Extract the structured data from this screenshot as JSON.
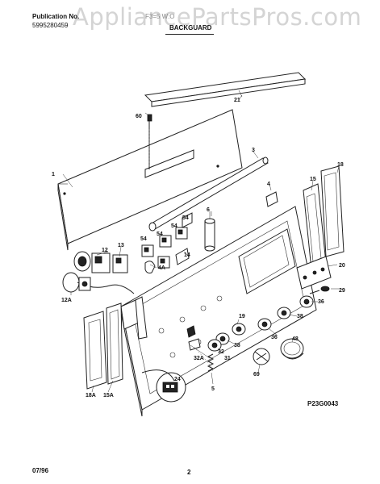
{
  "header": {
    "publication_label": "Publication No.",
    "publication_number": "5995280459",
    "model": "F3=5 W:O",
    "section": "BACKGUARD"
  },
  "watermark": "AppliancePartsPros.com",
  "figure_code": "P23G0043",
  "footer": {
    "date": "07/96",
    "page": "2"
  },
  "callouts": [
    "1",
    "21",
    "60",
    "3",
    "4",
    "6",
    "54",
    "54",
    "54",
    "54",
    "12",
    "13",
    "4A",
    "14",
    "15",
    "18",
    "20",
    "29",
    "36",
    "36",
    "38",
    "38",
    "12A",
    "18A",
    "15A",
    "19",
    "31",
    "32",
    "32A",
    "24",
    "5",
    "69",
    "48"
  ]
}
